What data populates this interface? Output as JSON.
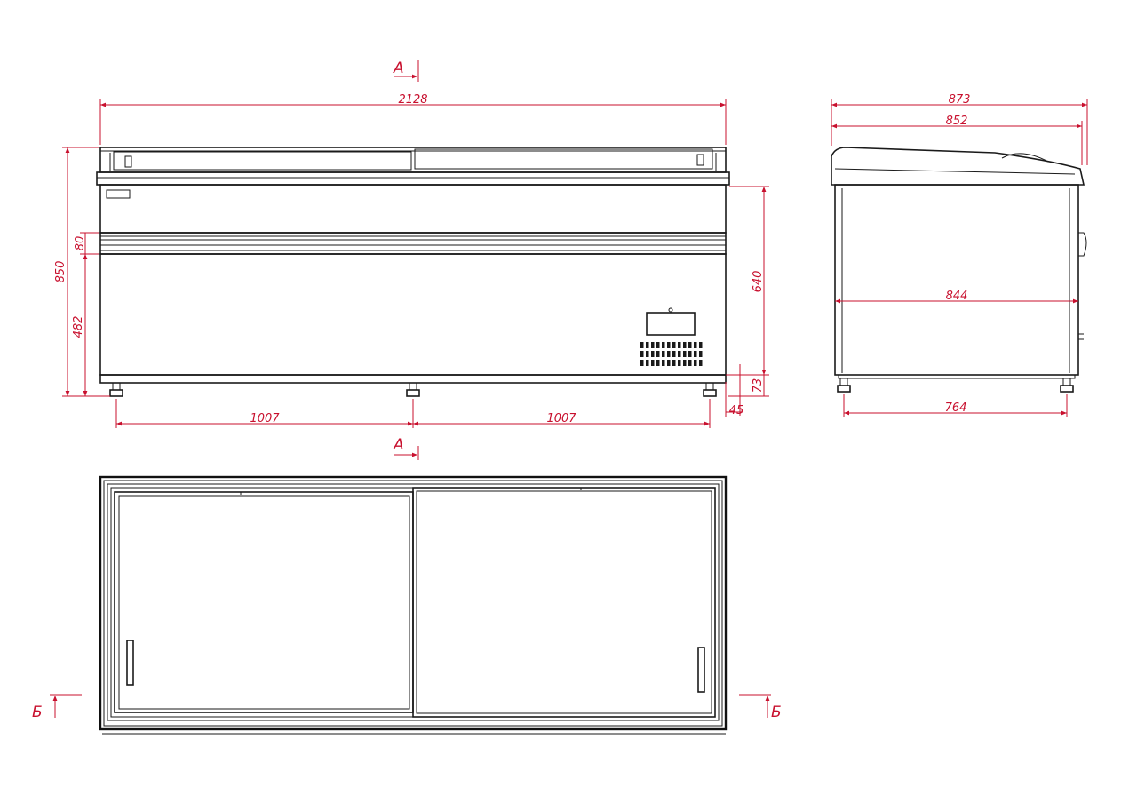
{
  "colors": {
    "outline": "#1a1a1a",
    "dimension": "#c8102e",
    "background": "#ffffff"
  },
  "front_view": {
    "overall_width": "2128",
    "overall_height": "850",
    "body_height": "640",
    "bumper_height": "80",
    "lower_height": "482",
    "plinth_height": "73",
    "foot_offset": "45",
    "foot_span_left": "1007",
    "foot_span_right": "1007",
    "section_label_top": "A",
    "section_label_bottom": "A"
  },
  "side_view": {
    "overall_depth": "873",
    "lid_depth": "852",
    "body_depth": "844",
    "foot_span": "764"
  },
  "top_view": {
    "section_label_left": "Б",
    "section_label_right": "Б"
  }
}
